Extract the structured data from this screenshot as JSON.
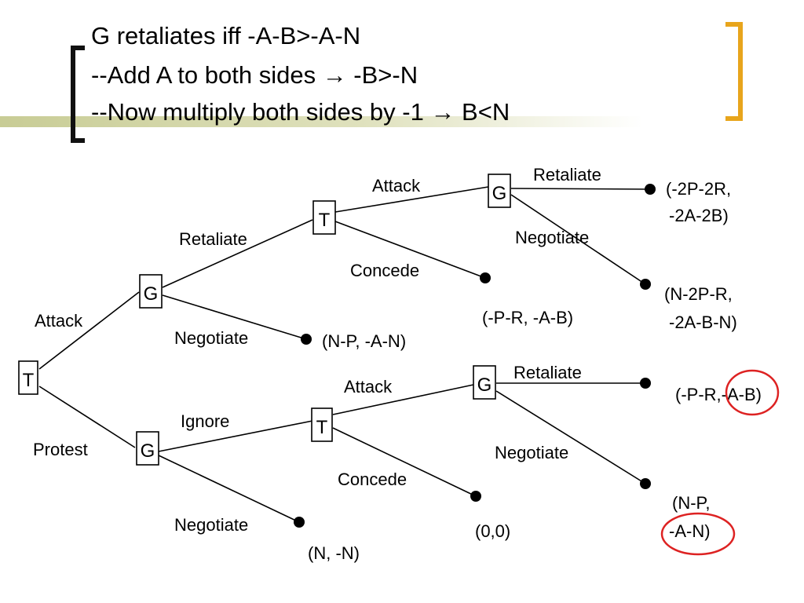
{
  "slide": {
    "title_lines": [
      "G retaliates iff -A-B>-A-N",
      "--Add A to both sides → -B>-N",
      "--Now multiply both sides by -1 → B<N"
    ],
    "accent_color": "#c8cc95",
    "bracket_right_color": "#e8a51c",
    "highlight_color": "#dd2222"
  },
  "tree": {
    "nodes": {
      "root": "T",
      "g_attack": "G",
      "g_protest": "G",
      "t_retaliate": "T",
      "t_ignore": "T",
      "g_attack2": "G",
      "g_attack3": "G"
    },
    "edges": {
      "root_attack": "Attack",
      "root_protest": "Protest",
      "g1_retaliate": "Retaliate",
      "g1_negotiate": "Negotiate",
      "g2_ignore": "Ignore",
      "g2_negotiate": "Negotiate",
      "t1_attack": "Attack",
      "t1_concede": "Concede",
      "t2_attack": "Attack",
      "t2_concede": "Concede",
      "g3_retaliate": "Retaliate",
      "g3_negotiate": "Negotiate",
      "g4_retaliate": "Retaliate",
      "g4_negotiate": "Negotiate"
    },
    "payoffs": {
      "p1_line1": "(-2P-2R,",
      "p1_line2": "-2A-2B)",
      "p2_line1": "(N-2P-R,",
      "p2_line2": "-2A-B-N)",
      "p3": "(-P-R, -A-B)",
      "p4": "(N-P, -A-N)",
      "p5": "(-P-R,-A-B)",
      "p6_line1": "(N-P,",
      "p6_line2": "-A-N)",
      "p7": "(0,0)",
      "p8": "(N, -N)"
    }
  }
}
